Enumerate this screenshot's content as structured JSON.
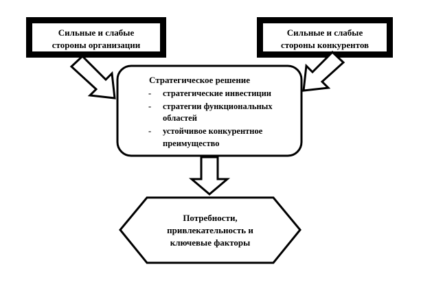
{
  "left_box": {
    "line1": "Сильные и слабые",
    "line2": "стороны организации"
  },
  "right_box": {
    "line1": "Сильные и слабые",
    "line2": "стороны конкурентов"
  },
  "center_box": {
    "title": "Стратегическое решение",
    "bullet_char": "-",
    "item1_line1": "стратегические инвестиции",
    "item2_line1": "стратегии функциональных",
    "item2_line2": "областей",
    "item3_line1": "устойчивое конкурентное",
    "item3_line2": "преимущество"
  },
  "bottom_hexagon": {
    "line1": "Потребности,",
    "line2": "привлекательность и",
    "line3": "ключевые факторы"
  }
}
